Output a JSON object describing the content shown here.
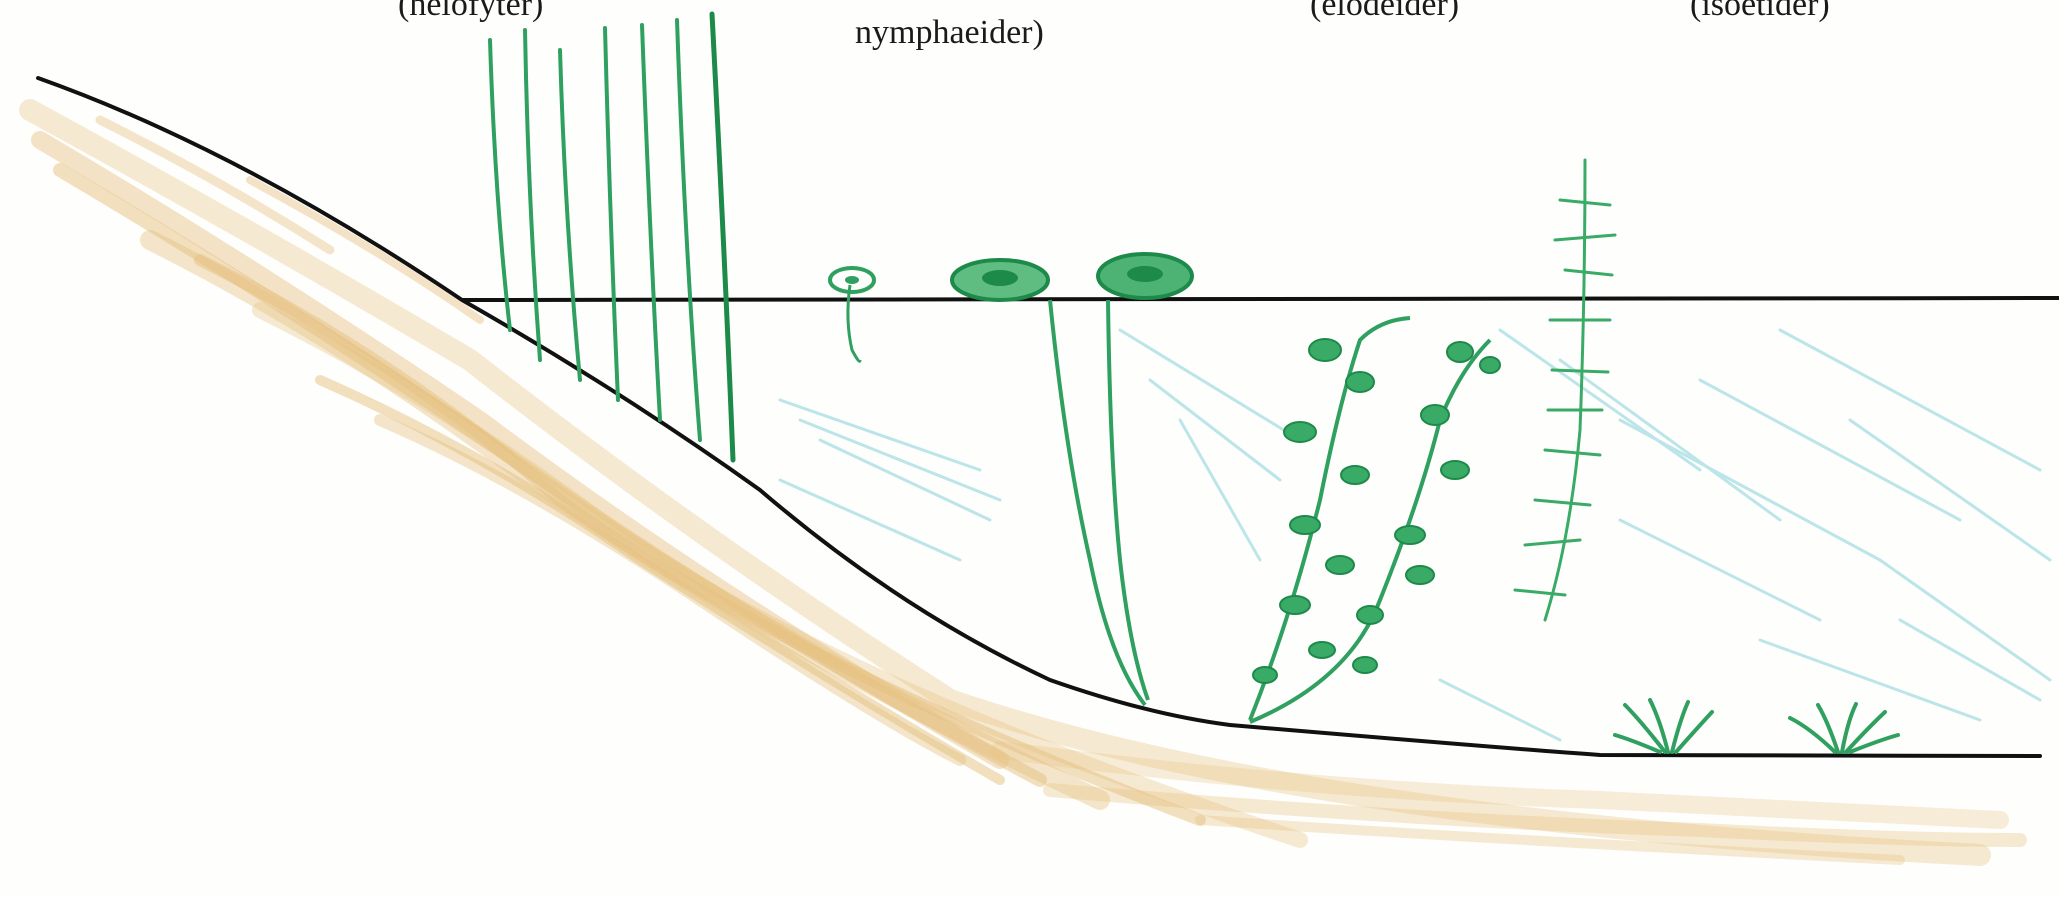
{
  "labels": {
    "emergent_partial": "(helofyter)",
    "floating_leaved_partial": "nymphaeider)",
    "submerged_partial": "(elodeider)",
    "bottom_rosette_partial": "(isoetider)"
  },
  "colors": {
    "outline": "#111111",
    "sediment": "#e2b66a",
    "water_hatch": "#9fdbe0",
    "vegetation": "#2fa060",
    "vegetation_dark": "#1d8a4a"
  }
}
